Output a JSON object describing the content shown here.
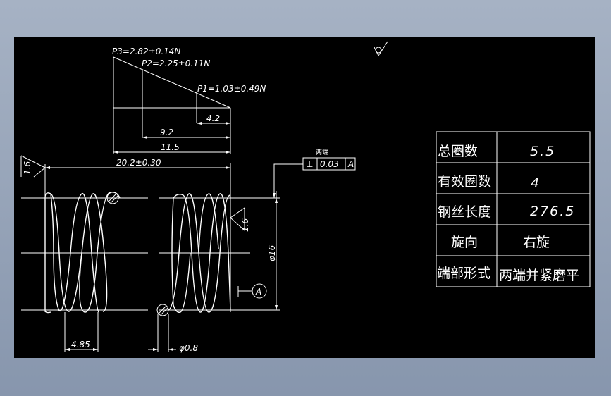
{
  "forces": {
    "p3": "P3=2.82±0.14N",
    "p2": "P2=2.25±0.11N",
    "p1": "P1=1.03±0.49N"
  },
  "dimensions": {
    "d_4_2": "4.2",
    "d_9_2": "9.2",
    "d_11_5": "11.5",
    "free_length": "20.2±0.30",
    "pitch": "4.85",
    "wire_dia": "φ0.8",
    "outer_dia": "φ16",
    "rough_left": "1.6",
    "rough_right": "1.6"
  },
  "tolerance_frame": {
    "note": "两端",
    "symbol": "⊥",
    "value": "0.03",
    "datum": "A"
  },
  "datum_label": "A",
  "spec_table": {
    "rows": [
      {
        "label": "总圈数",
        "value": "5.5"
      },
      {
        "label": "有效圈数",
        "value": "4"
      },
      {
        "label": "钢丝长度",
        "value": "276.5"
      },
      {
        "label": "旋向",
        "value": "右旋"
      },
      {
        "label": "端部形式",
        "value": "两端并紧磨平"
      }
    ]
  }
}
